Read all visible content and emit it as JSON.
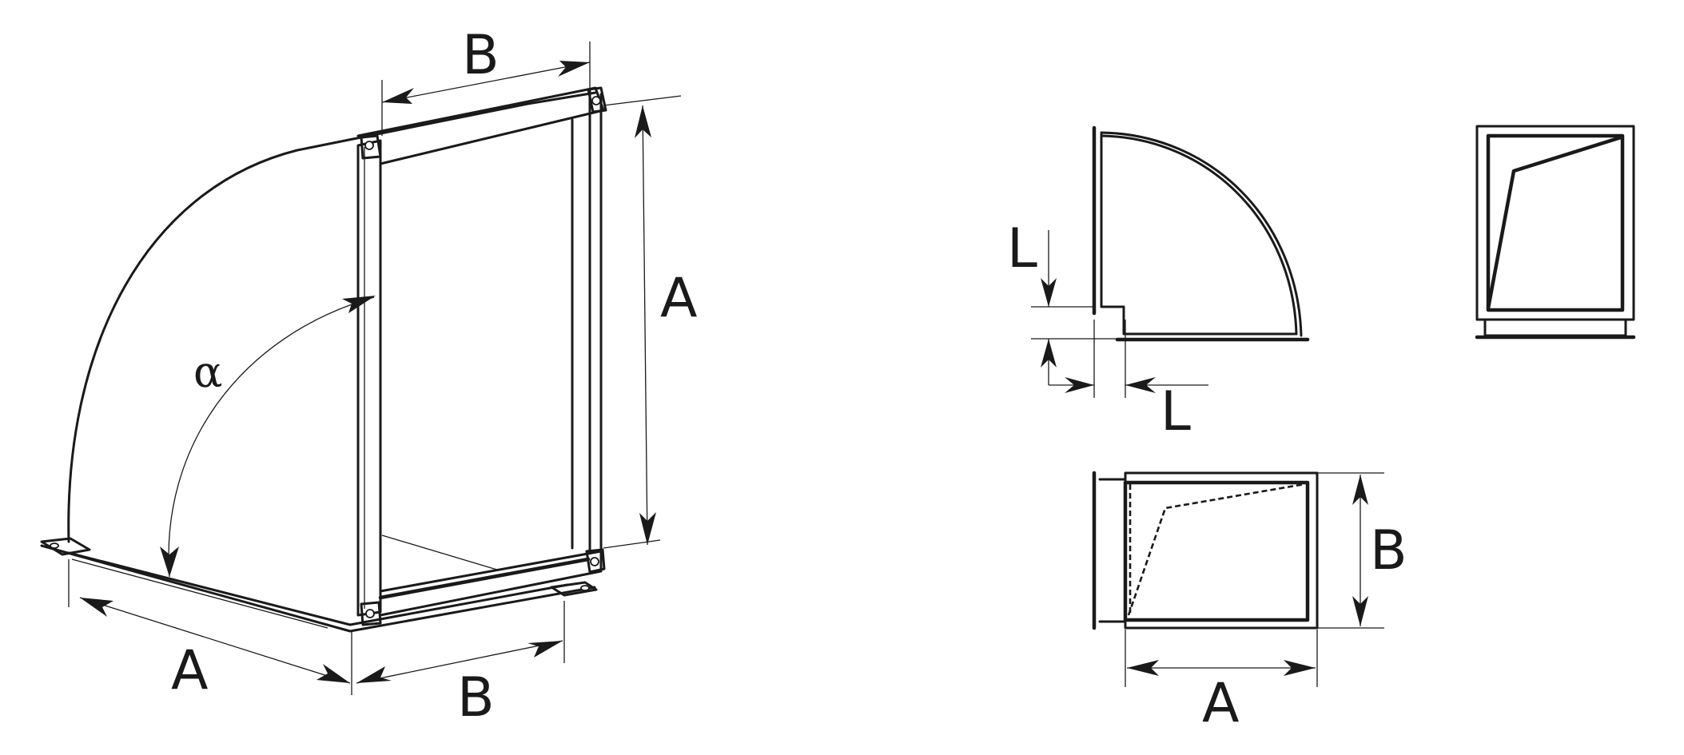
{
  "perspective_view": {
    "label_width_top": "B",
    "label_height_right": "A",
    "label_angle": "α",
    "label_bottom_left": "A",
    "label_bottom_right": "B"
  },
  "side_view": {
    "label_flange_vertical": "L",
    "label_flange_horizontal": "L"
  },
  "plan_view": {
    "label_height": "B",
    "label_width": "A"
  }
}
